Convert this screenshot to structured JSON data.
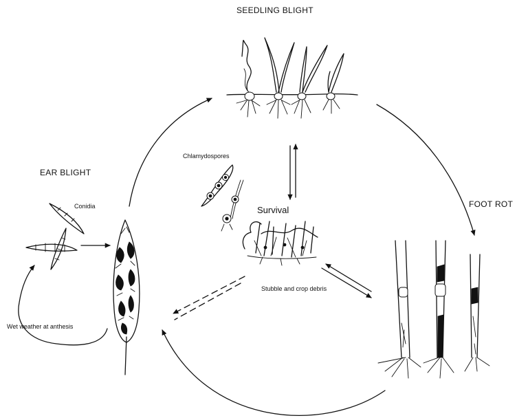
{
  "labels": {
    "seedling_blight": "SEEDLING BLIGHT",
    "ear_blight": "EAR BLIGHT",
    "foot_rot": "FOOT ROT",
    "conidia": "Conidia",
    "chlamydospores": "Chlamydospores",
    "survival": "Survival",
    "stubble": "Stubble and crop debris",
    "wet_weather": "Wet weather at anthesis"
  }
}
